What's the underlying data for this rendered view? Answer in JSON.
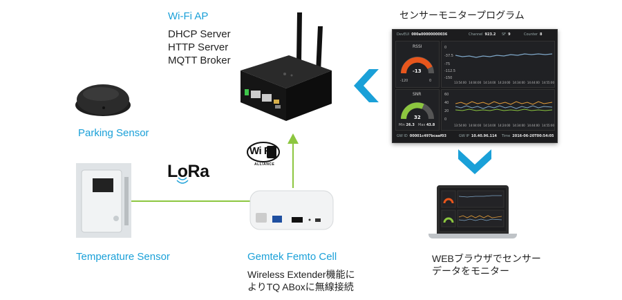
{
  "wifi_ap": {
    "title": "Wi-Fi AP",
    "services": [
      "DHCP Server",
      "HTTP Server",
      "MQTT Broker"
    ]
  },
  "monitor_program": {
    "title": "センサーモニタープログラム",
    "header": {
      "devaddr_label": "DevEUI",
      "devaddr_value": "000a00000000036",
      "channel_label": "Channel",
      "channel_value": "923.2",
      "sf_label": "SF",
      "sf_value": "9",
      "counter_label": "Counter",
      "counter_value": "8"
    },
    "rssi": {
      "label": "RSSI",
      "value": "-13",
      "gauge_min": "-120",
      "gauge_max": "0",
      "y_ticks": [
        "0",
        "-37.5",
        "-75",
        "-112.5",
        "-150"
      ],
      "x_ticks": [
        "13:54:00",
        "14:04:00",
        "14:14:00",
        "14:24:00",
        "14:34:00",
        "14:44:00",
        "14:55:00"
      ]
    },
    "snr": {
      "label": "SNR",
      "value": "32",
      "gauge_min": "-20",
      "gauge_max": "60",
      "min_label": "Min",
      "min_value": "26.3",
      "max_label": "Max",
      "max_value": "43.8",
      "y_ticks": [
        "60",
        "40",
        "20",
        "0"
      ],
      "x_ticks": [
        "13:54:00",
        "14:04:00",
        "14:14:00",
        "14:24:00",
        "14:34:00",
        "14:44:00",
        "14:55:00"
      ]
    },
    "footer": {
      "gwid_label": "GW ID",
      "gwid_value": "00001c497bcaaf03",
      "gwip_label": "GW IP",
      "gwip_value": "10.40.96.114",
      "time_label": "Time",
      "time_value": "2016-06-20T00:54:05"
    }
  },
  "parking_sensor": {
    "label": "Parking Sensor"
  },
  "lora": {
    "label": "LoRa"
  },
  "wifi_alliance": {
    "label": "Wi Fi",
    "sub": "ALLIANCE"
  },
  "temperature_sensor": {
    "label": "Temperature Sensor"
  },
  "gemtek": {
    "title": "Gemtek Femto Cell",
    "desc": [
      "Wireless Extender機能に",
      "よりTQ ABoxに無線接続"
    ]
  },
  "web": {
    "lines": [
      "WEBブラウザでセンサー",
      "データをモニター"
    ]
  },
  "colors": {
    "accent": "#1aa0d8",
    "link_line": "#8cc63f",
    "arrow": "#1aa0d8",
    "gauge_orange": "#e8561c",
    "gauge_green": "#8cc63f"
  }
}
